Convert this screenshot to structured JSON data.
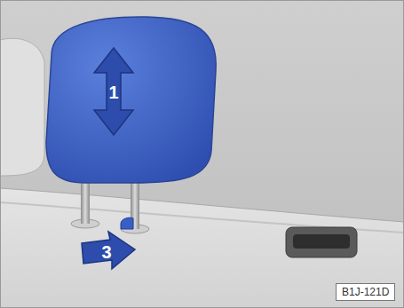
{
  "diagram": {
    "labels": [
      "1",
      "3",
      "B1J-121D"
    ]
  }
}
